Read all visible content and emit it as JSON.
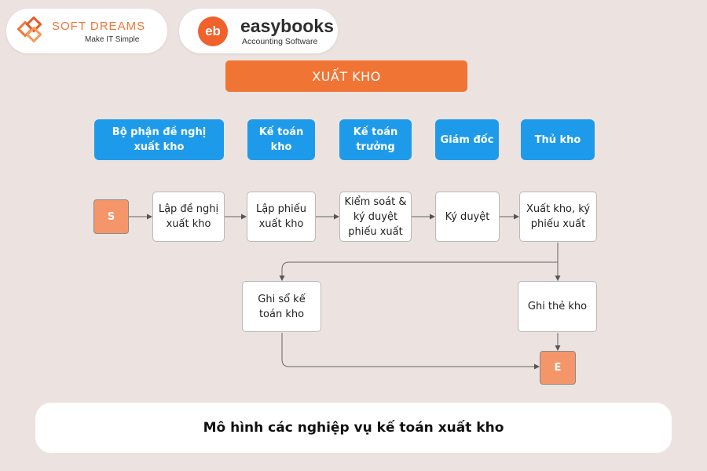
{
  "logos": {
    "softdreams": {
      "name": "SOFT DREAMS",
      "tagline": "Make IT Simple",
      "icon": "softdreams-logo-icon"
    },
    "easybooks": {
      "mark": "eb",
      "name": "easybooks",
      "tagline": "Accounting Software",
      "icon": "easybooks-logo-icon"
    }
  },
  "title": "XUẤT KHO",
  "roles": [
    {
      "id": "requester",
      "label": "Bộ phận đề nghị xuất kho"
    },
    {
      "id": "warehouse-accountant",
      "label": "Kế toán kho"
    },
    {
      "id": "chief-accountant",
      "label": "Kế toán trưởng"
    },
    {
      "id": "director",
      "label": "Giám đốc"
    },
    {
      "id": "storekeeper",
      "label": "Thủ kho"
    }
  ],
  "steps": {
    "start": "S",
    "request": "Lập đề nghị xuất kho",
    "create_slip": "Lập phiếu xuất kho",
    "review_sign": "Kiểm soát & ký duyệt phiếu xuất",
    "approve": "Ký duyệt",
    "issue_sign": "Xuất kho, ký phiếu xuất",
    "record_ledger": "Ghi sổ kế toán kho",
    "record_card": "Ghi thẻ kho",
    "end": "E"
  },
  "caption": "Mô hình các nghiệp vụ kế toán xuất kho",
  "colors": {
    "background": "#ece3e0",
    "title_fill": "#f07535",
    "role_fill": "#1d9bea",
    "terminal_fill": "#f4966a",
    "step_fill": "#ffffff"
  }
}
